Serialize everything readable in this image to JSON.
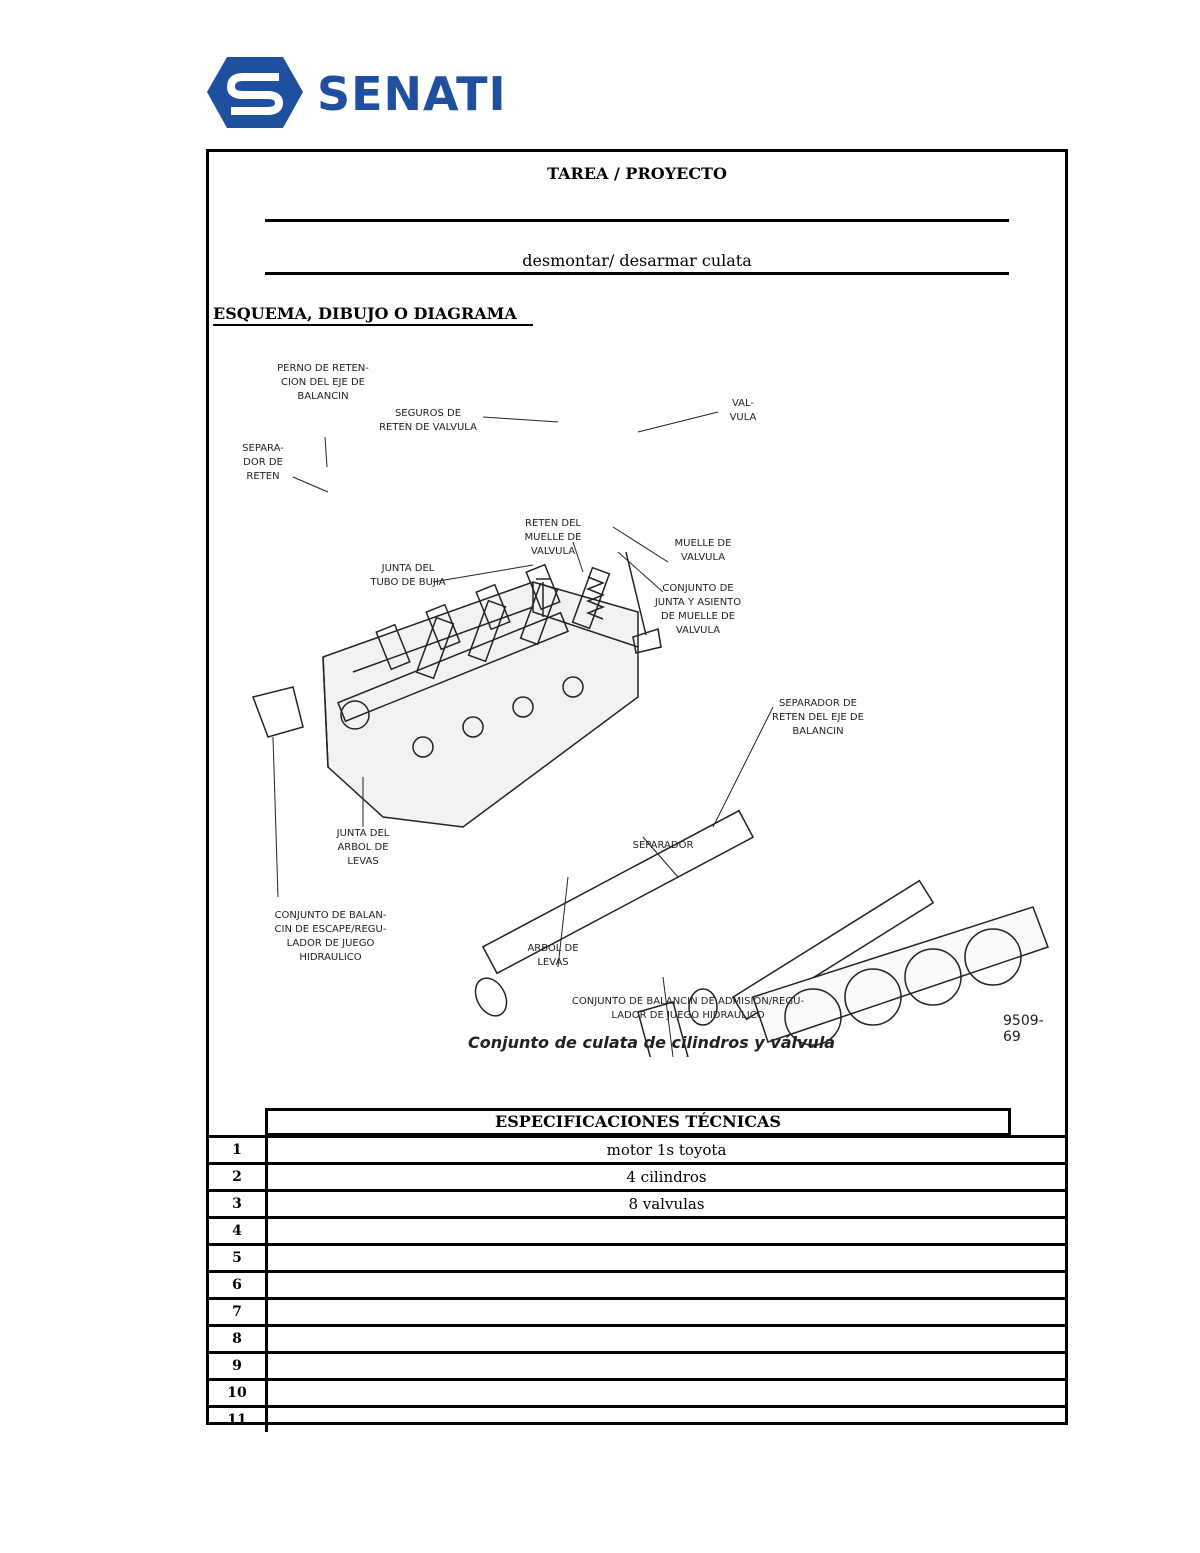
{
  "logo": {
    "text": "SENATI",
    "color": "#1f4f9f"
  },
  "header": {
    "title": "TAREA / PROYECTO",
    "subject": "desmontar/ desarmar culata"
  },
  "section_title": "ESQUEMA, DIBUJO O DIAGRAMA",
  "diagram": {
    "labels": [
      "PERNO DE RETEN-\nCION DEL EJE DE\nBALANCIN",
      "SEGUROS DE\nRETEN DE VALVULA",
      "VAL-\nVULA",
      "SEPARA-\nDOR DE\nRETEN",
      "RETEN DEL\nMUELLE DE\nVALVULA",
      "MUELLE DE\nVALVULA",
      "JUNTA DEL\nTUBO DE BUJIA",
      "CONJUNTO DE\nJUNTA Y ASIENTO\nDE MUELLE DE\nVALVULA",
      "SEPARADOR DE\nRETEN DEL EJE DE\nBALANCIN",
      "JUNTA DEL\nARBOL DE\nLEVAS",
      "SEPARADOR",
      "CONJUNTO DE BALAN-\nCIN DE ESCAPE/REGU-\nLADOR DE JUEGO\nHIDRAULICO",
      "ARBOL DE\nLEVAS",
      "CONJUNTO DE BALANCIN DE ADMISION/REGU-\nLADOR DE JUEGO HIDRAULICO"
    ],
    "code": "9509-69",
    "caption": "Conjunto de culata de cilindros y válvula"
  },
  "specs": {
    "title": "ESPECIFICACIONES TÉCNICAS",
    "rows": [
      {
        "num": "1",
        "value": "motor 1s toyota"
      },
      {
        "num": "2",
        "value": "4 cilindros"
      },
      {
        "num": "3",
        "value": "8 valvulas"
      },
      {
        "num": "4",
        "value": ""
      },
      {
        "num": "5",
        "value": ""
      },
      {
        "num": "6",
        "value": ""
      },
      {
        "num": "7",
        "value": ""
      },
      {
        "num": "8",
        "value": ""
      },
      {
        "num": "9",
        "value": ""
      },
      {
        "num": "10",
        "value": ""
      },
      {
        "num": "11",
        "value": ""
      }
    ]
  }
}
